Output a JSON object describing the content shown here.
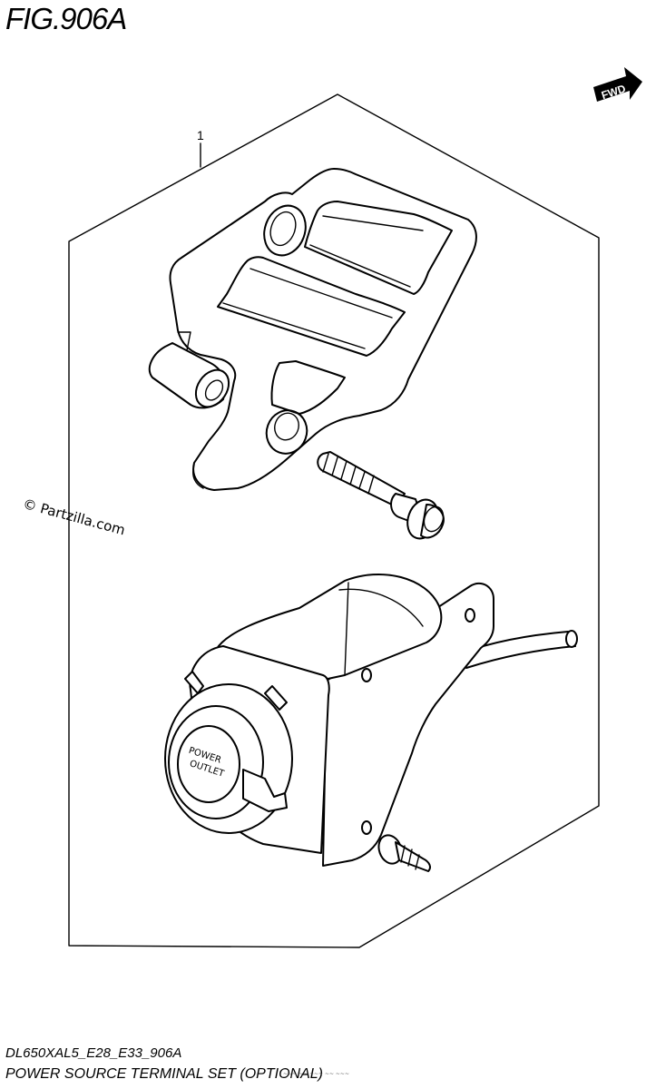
{
  "figure": {
    "title": "FIG.906A",
    "part_callout": "1",
    "direction_label": "FWD",
    "outlet_cap_line1": "POWER",
    "outlet_cap_line2": "OUTLET",
    "watermark": "© Partzilla.com"
  },
  "footer": {
    "model_code": "DL650XAL5_E28_E33_906A",
    "description": "POWER SOURCE TERMINAL SET (OPTIONAL)",
    "fine_print": "~~~ ~~ ~~~ ~~ ~~~"
  }
}
